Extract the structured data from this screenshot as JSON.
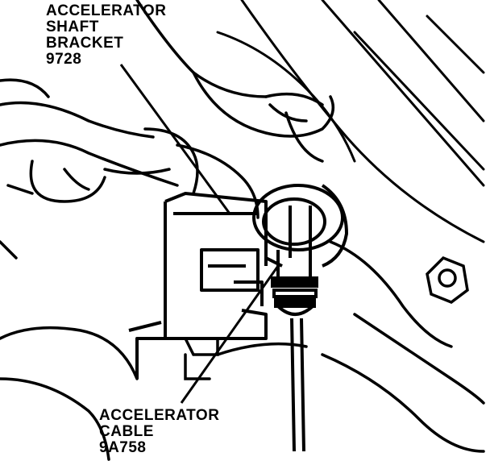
{
  "callouts": {
    "shaft_bracket": {
      "line1": "ACCELERATOR",
      "line2": "SHAFT",
      "line3": "BRACKET",
      "part_number": "9728"
    },
    "cable": {
      "line1": "ACCELERATOR",
      "line2": "CABLE",
      "part_number": "9A758"
    }
  },
  "colors": {
    "ink": "#000000",
    "paper": "#ffffff"
  }
}
